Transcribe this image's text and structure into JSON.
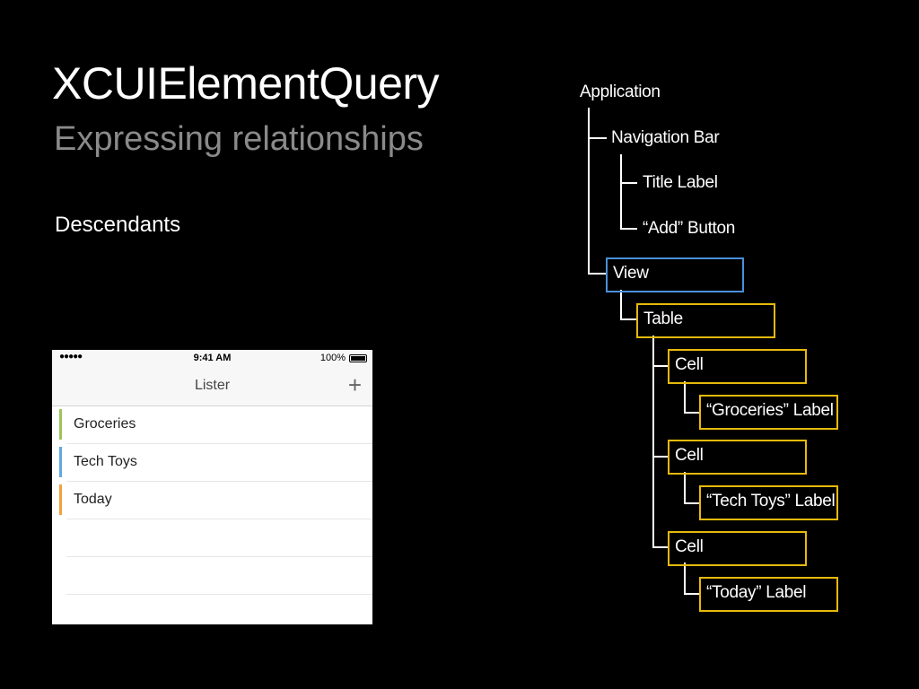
{
  "slide": {
    "title": "XCUIElementQuery",
    "subtitle": "Expressing relationships",
    "section": "Descendants"
  },
  "phone": {
    "status": {
      "signal": "●●●●● ",
      "time": "9:41 AM",
      "battery": "100%"
    },
    "nav": {
      "title": "Lister",
      "add_label": "+"
    },
    "rows": [
      {
        "label": "Groceries",
        "color": "#9bc45a"
      },
      {
        "label": "Tech Toys",
        "color": "#62a8e0"
      },
      {
        "label": "Today",
        "color": "#f0a23c"
      }
    ]
  },
  "tree": {
    "application": "Application",
    "navigation_bar": "Navigation Bar",
    "title_label": "Title Label",
    "add_button": "“Add” Button",
    "view": "View",
    "table": "Table",
    "cell1": "Cell",
    "groceries_label": "“Groceries” Label",
    "cell2": "Cell",
    "techtoys_label": "“Tech Toys” Label",
    "cell3": "Cell",
    "today_label": "“Today” Label"
  },
  "colors": {
    "highlight_view": "#4a90d9",
    "highlight_descendants": "#e6b90c"
  }
}
